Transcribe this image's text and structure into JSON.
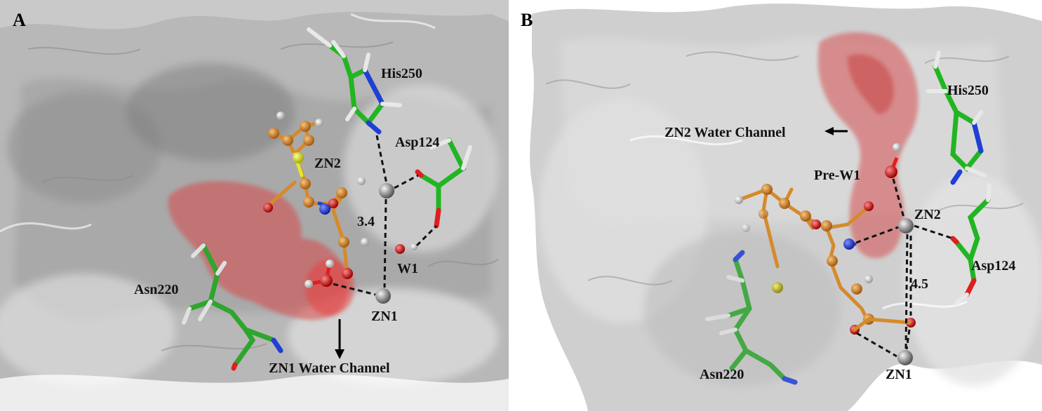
{
  "panel_a": {
    "letter": "A",
    "labels": {
      "his": "His250",
      "asp": "Asp124",
      "zn2": "ZN2",
      "dist": "3.4",
      "w1": "W1",
      "asn": "Asn220",
      "zn1": "ZN1",
      "channel": "ZN1 Water Channel"
    }
  },
  "panel_b": {
    "letter": "B",
    "labels": {
      "his": "His250",
      "channel": "ZN2 Water Channel",
      "prew1": "Pre-W1",
      "zn2": "ZN2",
      "asp": "Asp124",
      "dist": "4.5",
      "asn": "Asn220",
      "zn1": "ZN1"
    }
  },
  "colors": {
    "carbon_residue": "#22b522",
    "nitrogen": "#1f3fd6",
    "oxygen": "#e11d1d",
    "hydrogen": "#f0f0f0",
    "ligand": "#d68a2a",
    "sulfur": "#e6e62a",
    "zinc": "#8a8a8a",
    "surface": "#bdbdbd",
    "channel": "#e06060"
  }
}
